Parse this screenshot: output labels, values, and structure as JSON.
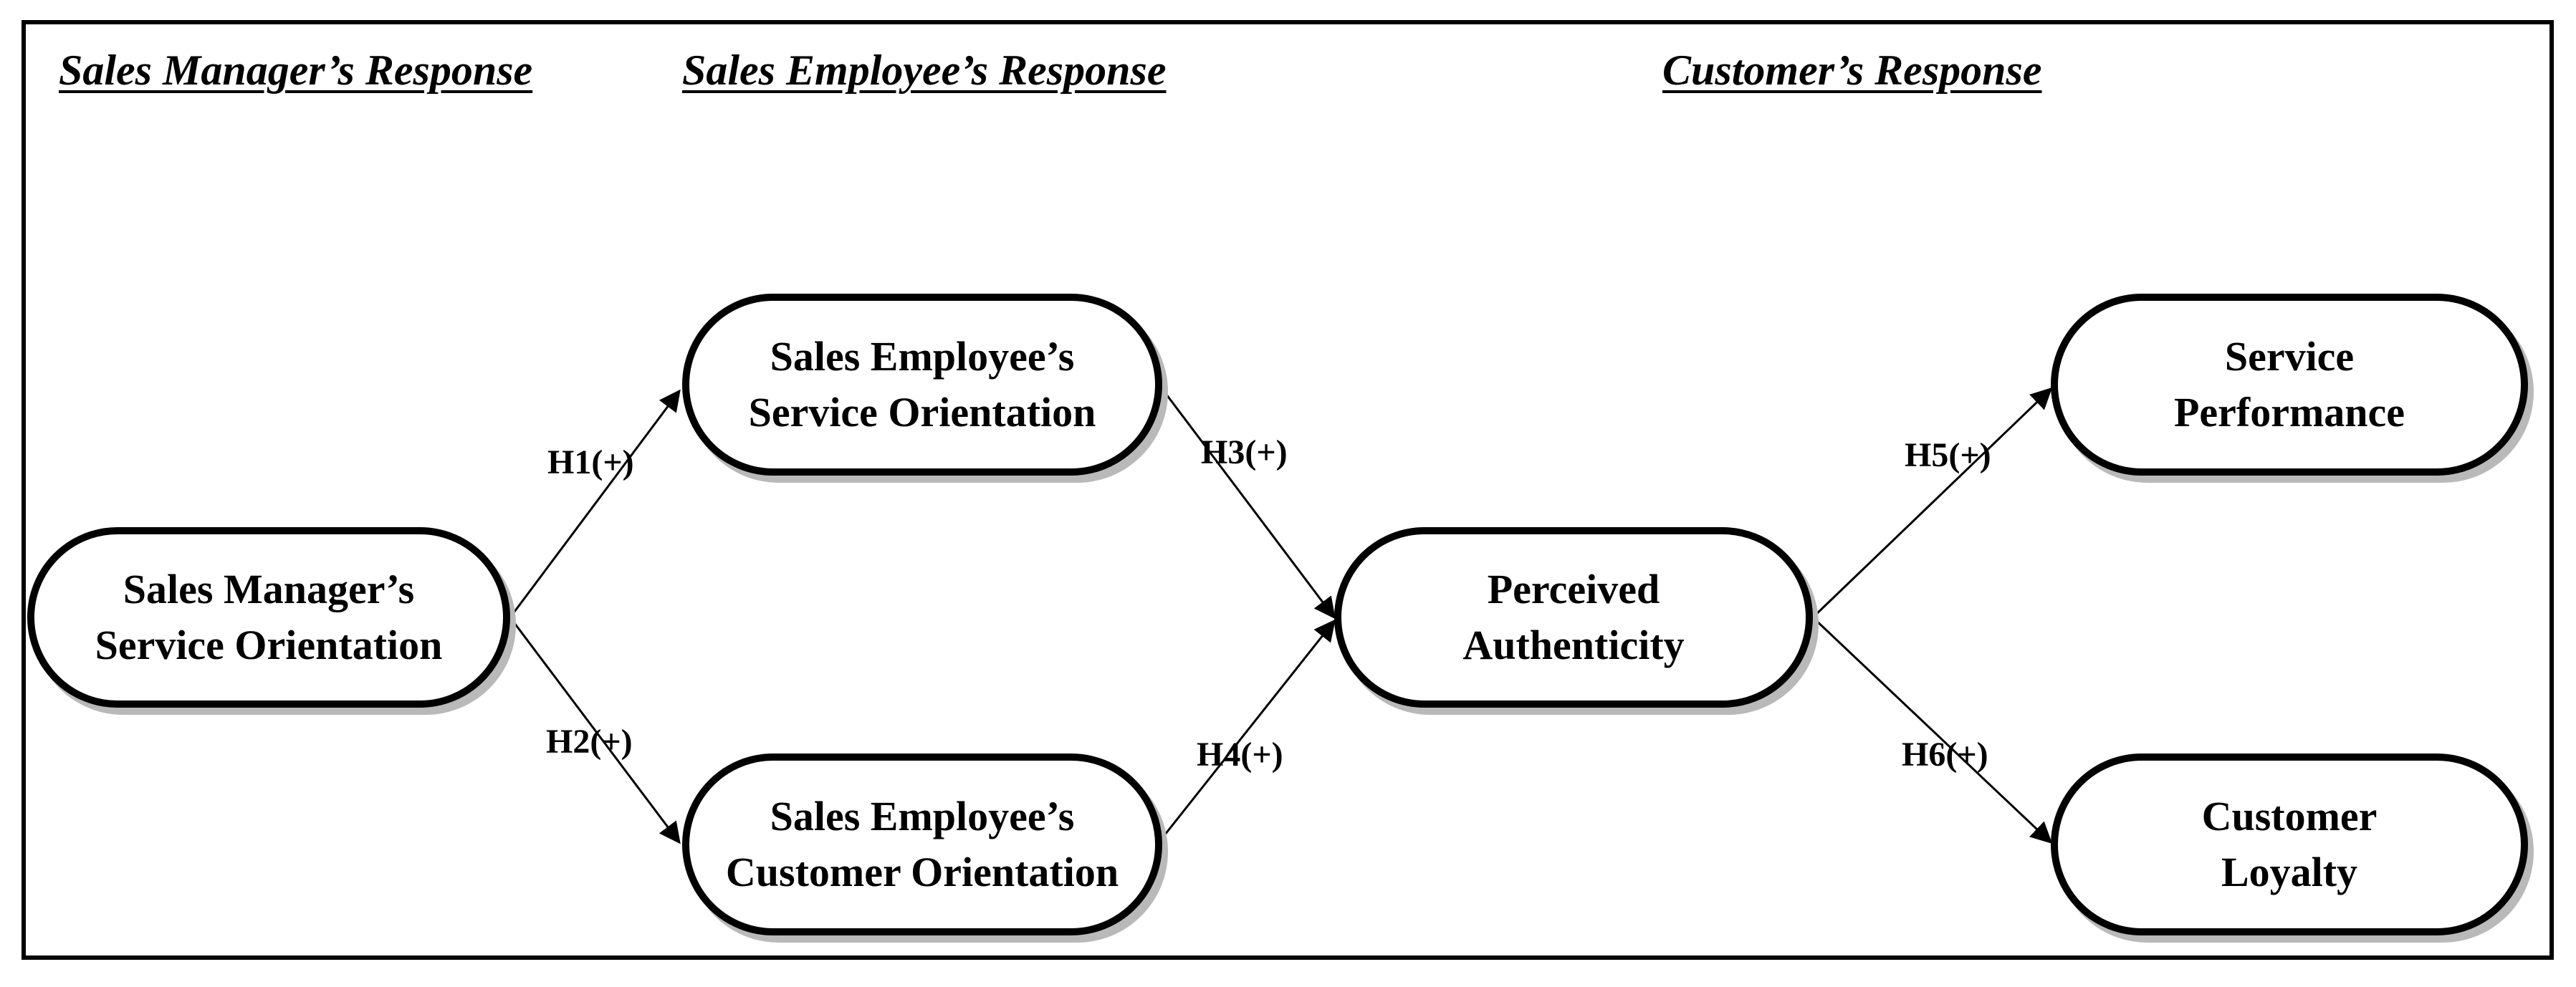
{
  "headers": {
    "manager": "Sales Manager’s Response",
    "employee": "Sales Employee’s Response",
    "customer": "Customer’s Response"
  },
  "nodes": {
    "manager_service_orientation": "Sales Manager’s\nService Orientation",
    "employee_service_orientation": "Sales Employee’s\nService Orientation",
    "employee_customer_orientation": "Sales Employee’s\nCustomer Orientation",
    "perceived_authenticity": "Perceived\nAuthenticity",
    "service_performance": "Service\nPerformance",
    "customer_loyalty": "Customer\nLoyalty"
  },
  "hypotheses": {
    "h1": "H1(+)",
    "h2": "H2(+)",
    "h3": "H3(+)",
    "h4": "H4(+)",
    "h5": "H5(+)",
    "h6": "H6(+)"
  },
  "colors": {
    "stroke": "#000000",
    "shadow": "#b9b9b9",
    "background": "#ffffff"
  }
}
